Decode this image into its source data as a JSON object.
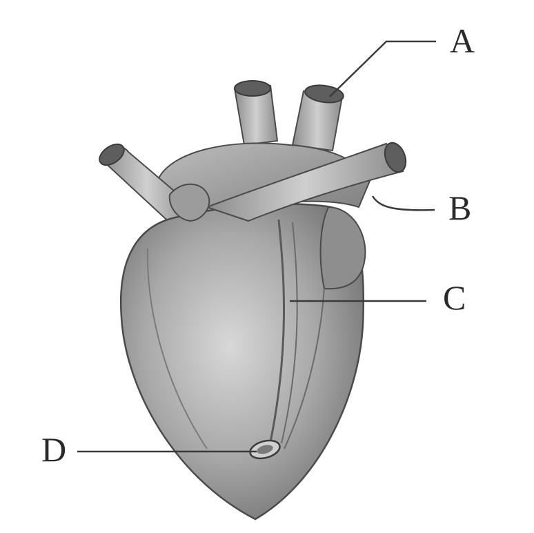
{
  "labels": {
    "a": "A",
    "b": "B",
    "c": "C",
    "d": "D"
  },
  "colors": {
    "heart_fill": "#9a9a9a",
    "heart_light": "#d4d4d4",
    "outline": "#4a4a4a",
    "leader_line": "#3a3a3a"
  }
}
